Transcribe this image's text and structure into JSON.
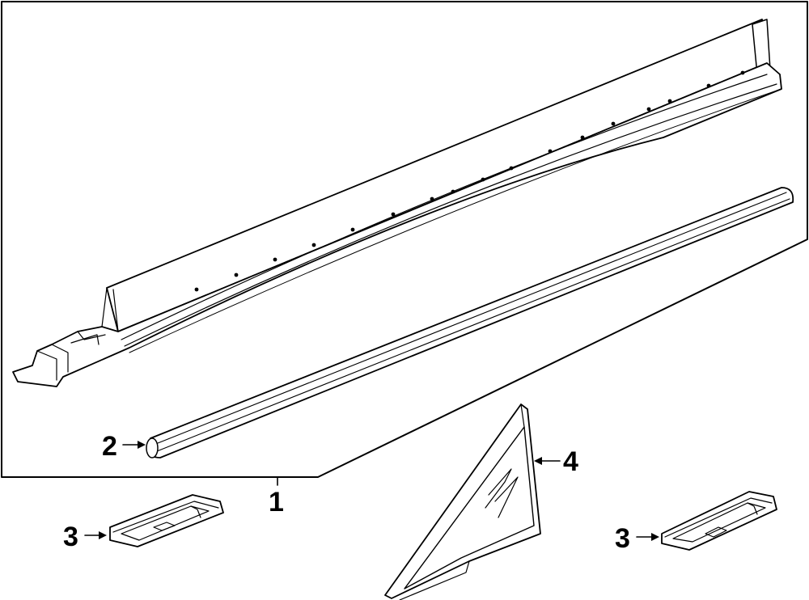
{
  "callouts": {
    "one": "1",
    "two": "2",
    "three_left": "3",
    "three_right": "3",
    "four": "4"
  },
  "colors": {
    "line": "#000000",
    "background": "#ffffff"
  }
}
